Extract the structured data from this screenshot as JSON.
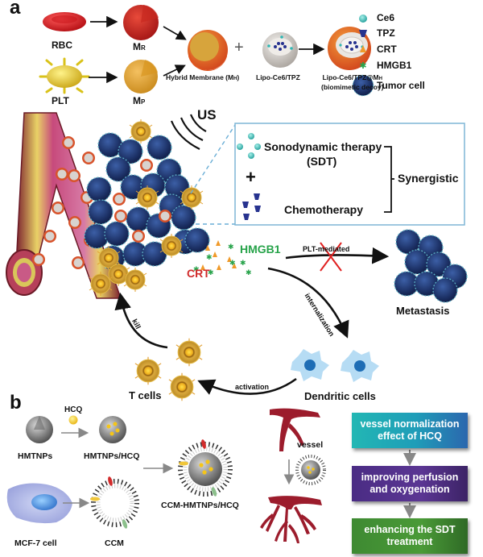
{
  "panel_a": {
    "label": "a",
    "top_row": {
      "rbc": "RBC",
      "plt": "PLT",
      "mr": "M",
      "mr_sub": "R",
      "mp": "M",
      "mp_sub": "P",
      "hybrid": "Hybrid Membrane (M",
      "hybrid_sub": "H",
      "hybrid_end": ")",
      "plus": "+",
      "lipo": "Lipo-Ce6/TPZ",
      "decoy_line1": "Lipo-Ce6/TPZ@M",
      "decoy_sub": "H",
      "decoy_line2": "(biomimetic decoy)"
    },
    "legend": [
      {
        "label": "Ce6",
        "icon": "teal-sphere",
        "color": "#2fb7b3"
      },
      {
        "label": "TPZ",
        "icon": "blue-trapezoid",
        "color": "#27338f"
      },
      {
        "label": "CRT",
        "icon": "orange-triangle",
        "color": "#f09a2a"
      },
      {
        "label": "HMGB1",
        "icon": "green-star",
        "color": "#27a34a"
      },
      {
        "label": "Tumor cell",
        "icon": "tumor-cell",
        "color": "#1f3a78"
      }
    ],
    "us_label": "US",
    "inset": {
      "sdt_line1": "Sonodynamic therapy",
      "sdt_line2": "(SDT)",
      "plus": "+",
      "chemo": "Chemotherapy",
      "synergistic": "Synergistic",
      "border_color": "#7fb6d6"
    },
    "crt_label": "CRT",
    "hmgb1_label": "HMGB1",
    "plt_mediated": "PLT-mediated",
    "metastasis": "Metastasis",
    "internalization": "internalization",
    "activation": "activation",
    "kill": "kill",
    "t_cells": "T cells",
    "dendritic_cells": "Dendritic cells"
  },
  "panel_b": {
    "label": "b",
    "hcq": "HCQ",
    "hmtnps": "HMTNPs",
    "hmtnps_hcq": "HMTNPs/HCQ",
    "mcf7": "MCF-7 cell",
    "ccm": "CCM",
    "ccm_hmtnps_hcq": "CCM-HMTNPs/HCQ",
    "vessel": "vessel",
    "flow": [
      {
        "text": "vessel normalization effect of HCQ",
        "line1": "vessel normalization",
        "line2": "effect of HCQ",
        "color": "#1fa5b8"
      },
      {
        "text": "improving perfusion and oxygenation",
        "line1": "improving perfusion",
        "line2": "and oxygenation",
        "color": "#553190"
      },
      {
        "text": "enhancing the SDT treatment",
        "line1": "enhancing the SDT",
        "line2": "treatment",
        "color": "#44913a"
      }
    ]
  }
}
